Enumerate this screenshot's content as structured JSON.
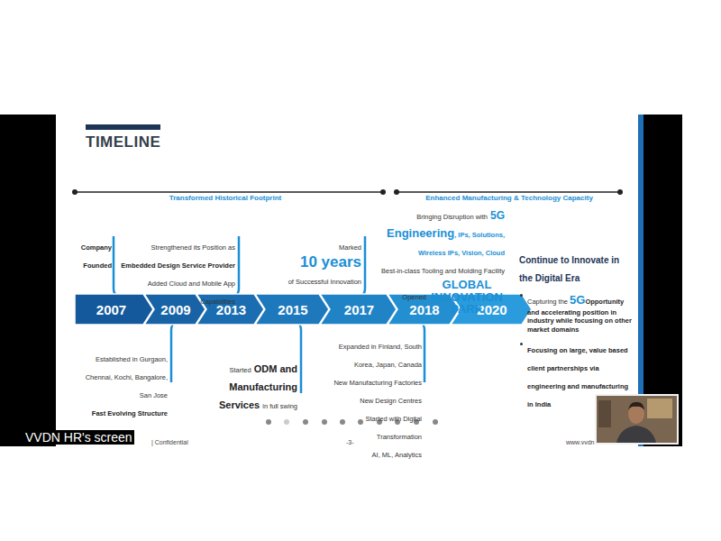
{
  "diagram": {
    "title": "TIMELINE",
    "nodes": [
      {
        "text": [
          "2007"
        ]
      },
      {
        "text": [
          "2009"
        ]
      },
      {
        "text": [
          "2013"
        ]
      },
      {
        "text": [
          "2015"
        ]
      },
      {
        "text": [
          "2017"
        ]
      },
      {
        "text": [
          "2018"
        ]
      },
      {
        "text": [
          "2020"
        ]
      }
    ],
    "labels": [
      "Transformed Historical Footprint",
      "Enhanced Manufacturing & Technology Capacity",
      "Company Founded",
      "Strengthened its Position as",
      "Embedded Design Service Provider",
      "Added Cloud and Mobile App Capabilities",
      "Marked",
      "10 years",
      "of Successful Innovation",
      "Bringing Disruption with",
      "5G",
      "Engineering",
      ", IPs, Solutions,",
      "Wireless IPs, Vision, Cloud",
      "Best-in-class Tooling and Molding Facility",
      "Opened",
      "GLOBAL INNOVATION PARK",
      "Continue to Innovate in the Digital Era",
      "Capturing the",
      "5G",
      "Opportunity",
      "and accelerating position in industry while focusing on other market domains",
      "Focusing on large, value based client partnerships via engineering and manufacturing in India",
      "Established in Gurgaon, Chennai, Kochi, Bangalore, San Jose",
      "Fast Evolving Structure",
      "Started",
      "ODM and Manufacturing Services",
      "in full swing",
      "Expanded in Finland, South Korea, Japan, Canada",
      "New Manufacturing Factories",
      "New Design Centres",
      "Started with Digital Transformation",
      "AI, ML, Analytics",
      "| Confidential",
      "-3-",
      "www.vvdn",
      "VVDN HR's screen"
    ]
  }
}
